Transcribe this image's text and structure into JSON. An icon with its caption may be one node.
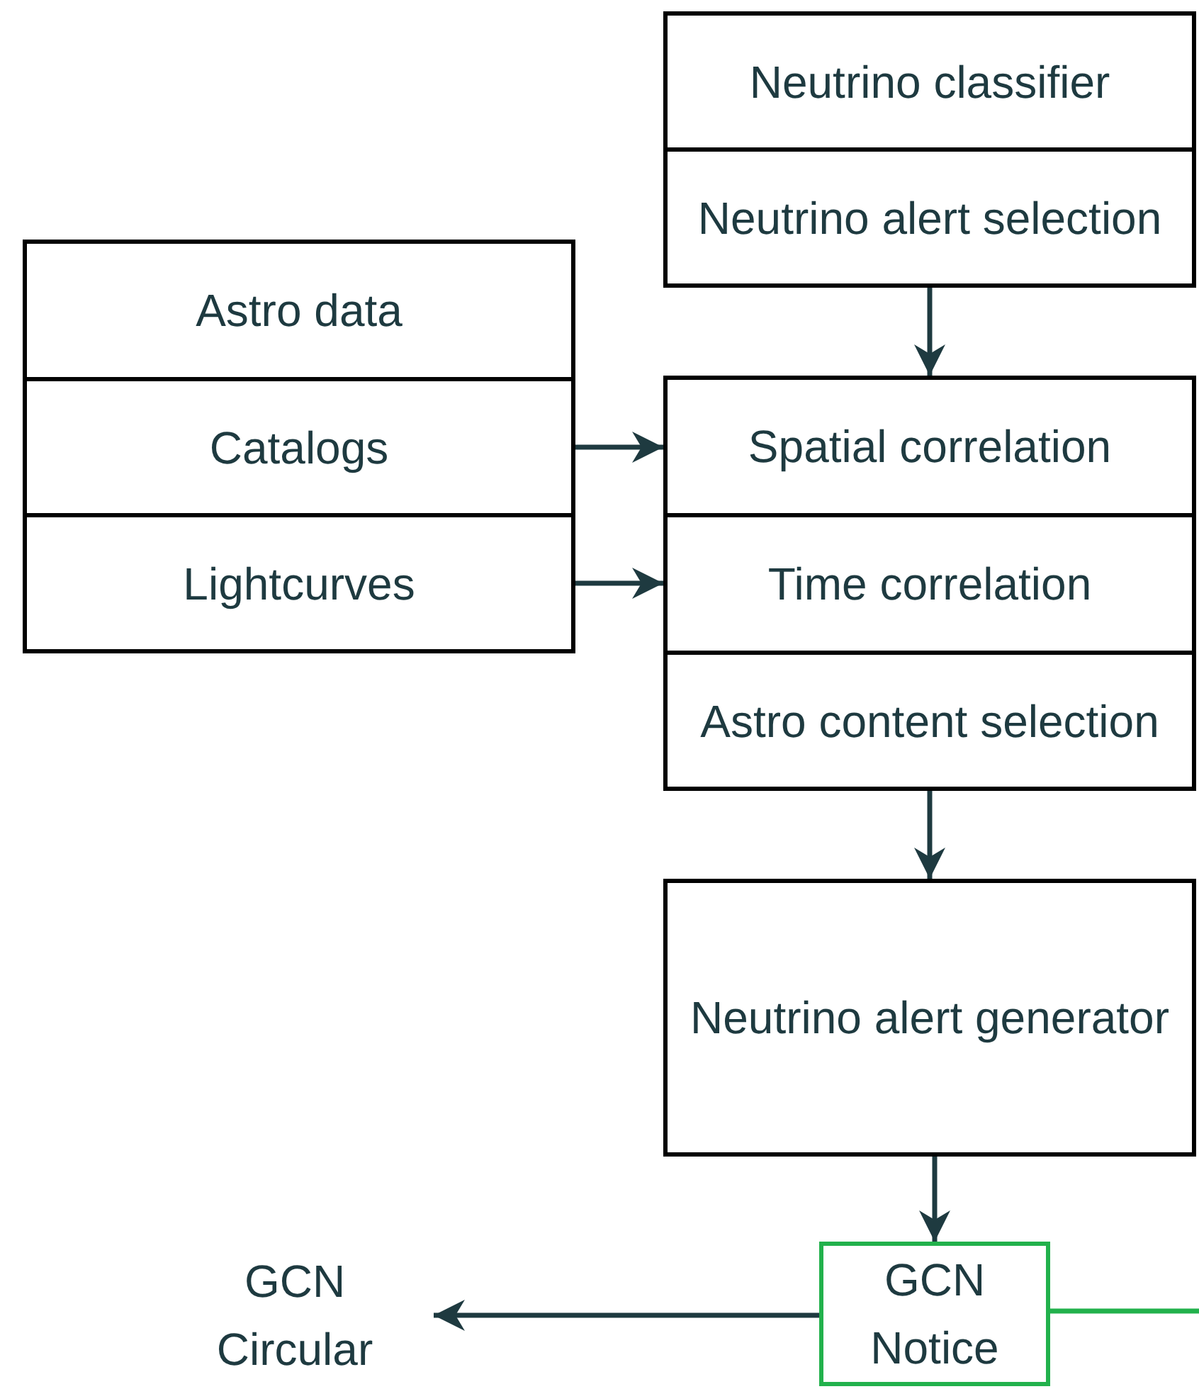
{
  "diagram": {
    "nodes": [
      {
        "text": [
          "Astro data"
        ]
      },
      {
        "text": [
          "Catalogs"
        ]
      },
      {
        "text": [
          "Lightcurves"
        ]
      },
      {
        "text": [
          "Neutrino classifier"
        ]
      },
      {
        "text": [
          "Neutrino alert selection"
        ]
      },
      {
        "text": [
          "Spatial correlation"
        ]
      },
      {
        "text": [
          "Time correlation"
        ]
      },
      {
        "text": [
          "Astro content selection"
        ]
      },
      {
        "text": [
          "Neutrino alert generator"
        ]
      },
      {
        "text": [
          "GCN Notice"
        ]
      },
      {
        "text": [
          "GCN Circular"
        ]
      }
    ],
    "edges": [
      {
        "from": 4,
        "to": 5,
        "arrow": "to"
      },
      {
        "from": 1,
        "to": 5,
        "arrow": "to"
      },
      {
        "from": 2,
        "to": 6,
        "arrow": "to"
      },
      {
        "from": 7,
        "to": 8,
        "arrow": "to"
      },
      {
        "from": 8,
        "to": 9,
        "arrow": "to"
      },
      {
        "from": 9,
        "to": 10,
        "arrow": "to"
      },
      {
        "from": 9,
        "to": null,
        "arrow": "none",
        "color": "#22b14c"
      }
    ]
  }
}
